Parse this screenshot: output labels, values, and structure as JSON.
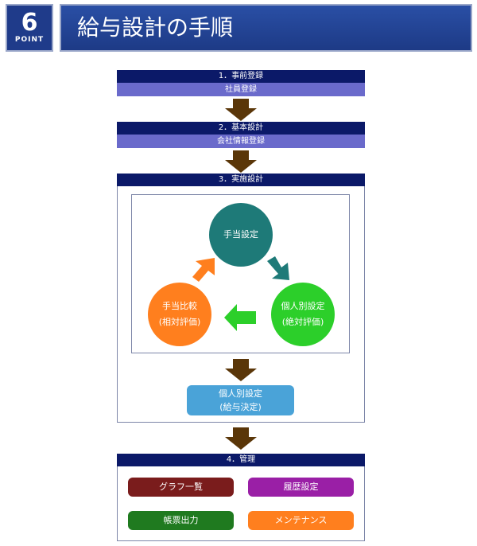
{
  "header": {
    "badge_number": "6",
    "badge_label": "POINT",
    "title": "給与設計の手順"
  },
  "steps": [
    {
      "head": "1．事前登録",
      "sub": "社員登録"
    },
    {
      "head": "2．基本設計",
      "sub": "会社情報登録"
    },
    {
      "head": "3．実施設計"
    },
    {
      "head": "4．管理"
    }
  ],
  "cycle": {
    "top": "手当設定",
    "right_line1": "個人別設定",
    "right_line2": "(絶対評価)",
    "left_line1": "手当比較",
    "left_line2": "(相対評価)"
  },
  "decision": {
    "line1": "個人別設定",
    "line2": "(給与決定)"
  },
  "management": [
    {
      "label": "グラフ一覧",
      "color": "#7a1c1c"
    },
    {
      "label": "履歴設定",
      "color": "#9a1fa6"
    },
    {
      "label": "帳票出力",
      "color": "#1f7a1f"
    },
    {
      "label": "メンテナンス",
      "color": "#ff7f1e"
    }
  ],
  "colors": {
    "step_head": "#0b1968",
    "step_sub": "#6a6acb",
    "arrow_brown": "#5a3608",
    "circle_top": "#1e7a78",
    "circle_right": "#2ccf2a",
    "circle_left": "#ff7f1e",
    "decision": "#4aa3d8"
  }
}
